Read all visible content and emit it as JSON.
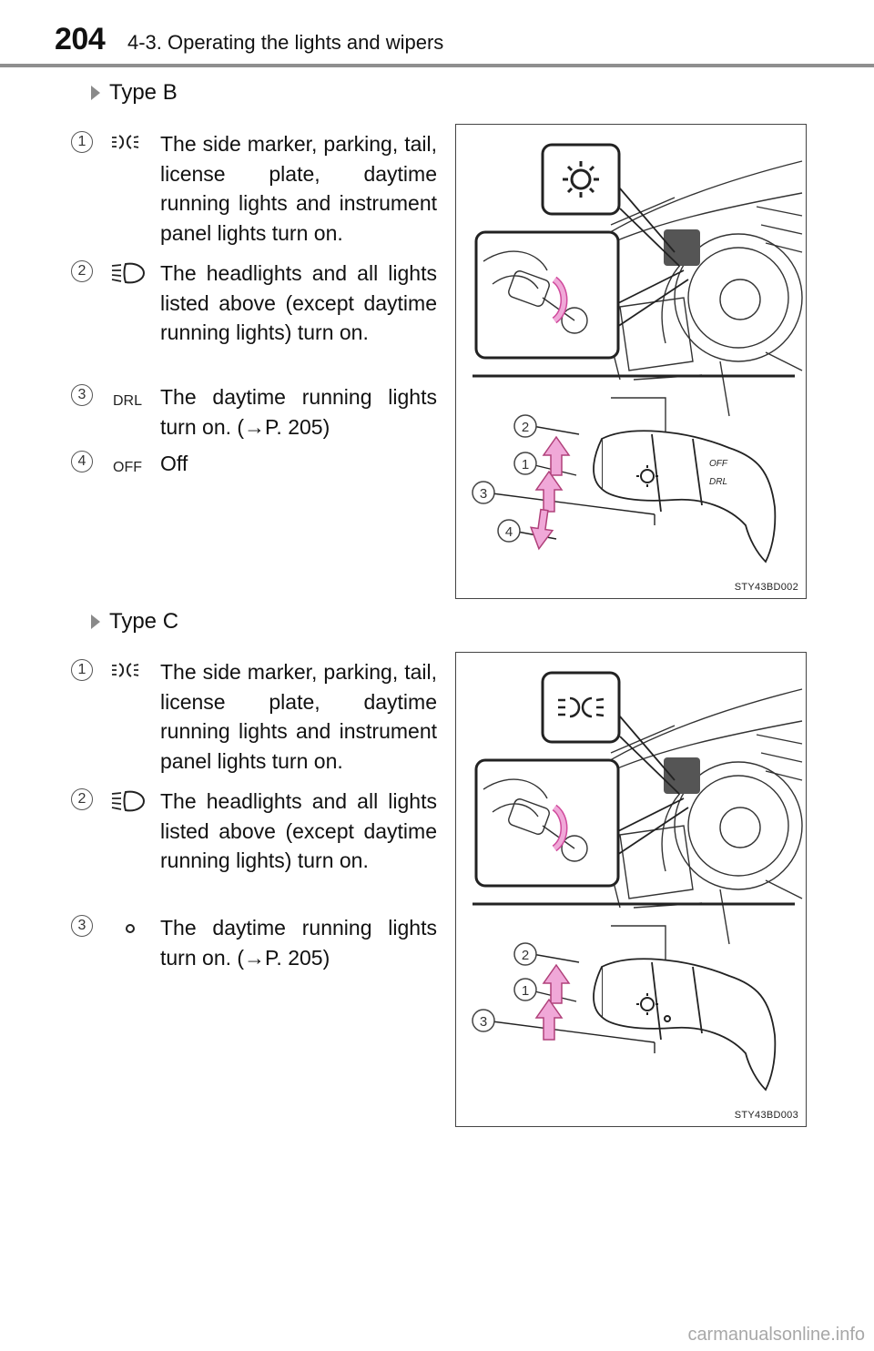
{
  "header": {
    "page_number": "204",
    "section_title": "4-3. Operating the lights and wipers"
  },
  "type_b": {
    "heading": "Type B",
    "items": [
      {
        "num": "1",
        "icon": "tail-lights-icon",
        "symbol_text": "",
        "text": "The side marker, parking, tail, license plate, daytime running lights and instrument panel lights turn on."
      },
      {
        "num": "2",
        "icon": "headlights-icon",
        "symbol_text": "",
        "text": "The headlights and all lights listed above (except daytime running lights) turn on."
      },
      {
        "num": "3",
        "icon": "drl-label",
        "symbol_text": "DRL",
        "text": "The daytime running lights turn on. (→P. 205)"
      },
      {
        "num": "4",
        "icon": "off-label",
        "symbol_text": "OFF",
        "text": "Off"
      }
    ],
    "figure": {
      "code": "STY43BD002",
      "callouts": [
        "2",
        "1",
        "3",
        "4"
      ],
      "switch_labels": [
        "DRL",
        "OFF"
      ]
    }
  },
  "type_c": {
    "heading": "Type C",
    "items": [
      {
        "num": "1",
        "icon": "tail-lights-icon",
        "symbol_text": "",
        "text": "The side marker, parking, tail, license plate, daytime running lights and instrument panel lights turn on."
      },
      {
        "num": "2",
        "icon": "headlights-icon",
        "symbol_text": "",
        "text": "The headlights and all lights listed above (except daytime running lights) turn on."
      },
      {
        "num": "3",
        "icon": "small-circle-icon",
        "symbol_text": "",
        "text": "The daytime running lights turn on. (→P. 205)"
      }
    ],
    "figure": {
      "code": "STY43BD003",
      "callouts": [
        "2",
        "1",
        "3"
      ]
    }
  },
  "watermark": "carmanualsonline.info",
  "colors": {
    "arrow_fill": "#f0a8d8",
    "rule_gray": "#8f8f8f",
    "triangle_gray": "#8a8a8a"
  }
}
